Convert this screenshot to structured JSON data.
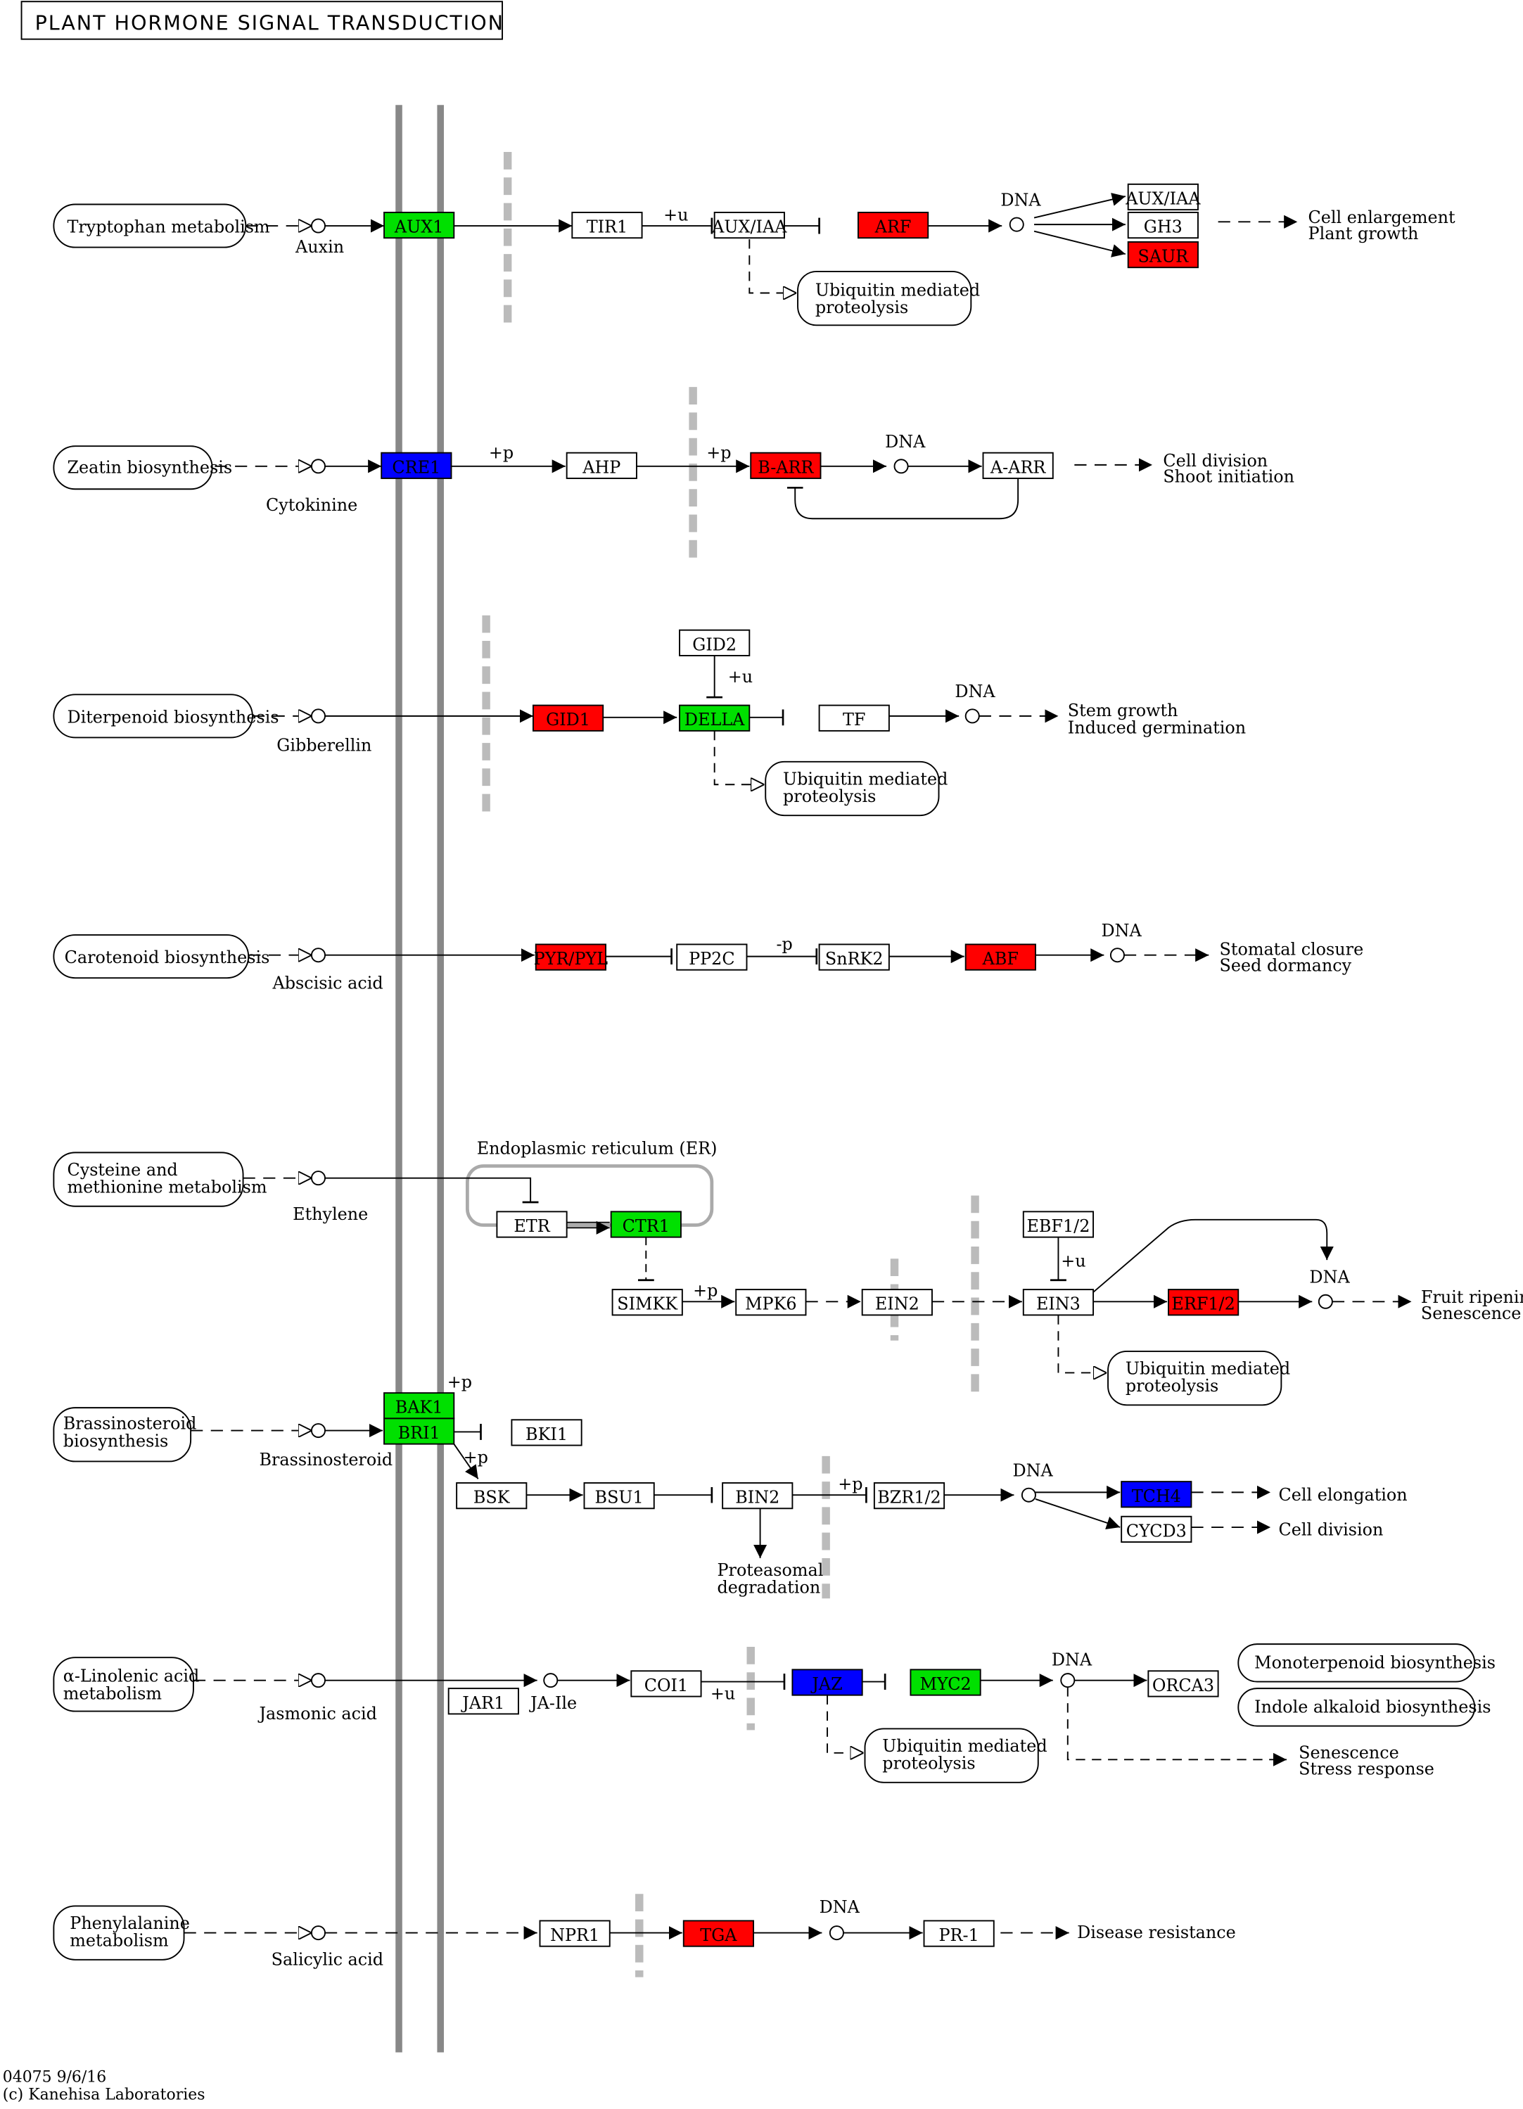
{
  "title": "PLANT HORMONE SIGNAL TRANSDUCTION",
  "footer": {
    "map_id": "04075 9/6/16",
    "copyright": "(c) Kanehisa Laboratories"
  },
  "colors": {
    "up": "#ff0000",
    "down": "#00e000",
    "mixed": "#0000ff",
    "none": "#ffffff"
  },
  "pathways": {
    "tryptophan": "Tryptophan metabolism",
    "zeatin": "Zeatin biosynthesis",
    "diterpenoid": "Diterpenoid biosynthesis",
    "carotenoid": "Carotenoid biosynthesis",
    "cysteine_l1": "Cysteine and",
    "cysteine_l2": "methionine metabolism",
    "brass_l1": "Brassinosteroid",
    "brass_l2": "biosynthesis",
    "linolenic_l1": "α-Linolenic acid",
    "linolenic_l2": "metabolism",
    "phenyl_l1": "Phenylalanine",
    "phenyl_l2": "metabolism",
    "monoterpenoid": "Monoterpenoid biosynthesis",
    "indole": "Indole alkaloid biosynthesis",
    "ubiquitin_l1": "Ubiquitin mediated",
    "ubiquitin_l2": "proteolysis"
  },
  "compounds": {
    "auxin": "Auxin",
    "cytokinine": "Cytokinine",
    "gibberellin": "Gibberellin",
    "abscisic": "Abscisic acid",
    "ethylene": "Ethylene",
    "brassinosteroid": "Brassinosteroid",
    "jasmonic": "Jasmonic acid",
    "jaile": "JA-Ile",
    "salicylic": "Salicylic acid"
  },
  "genes": {
    "aux1": "AUX1",
    "tir1": "TIR1",
    "auxiaa": "AUX/IAA",
    "arf": "ARF",
    "auxiaa2": "AUX/IAA",
    "gh3": "GH3",
    "saur": "SAUR",
    "cre1": "CRE1",
    "ahp": "AHP",
    "barr": "B-ARR",
    "aarr": "A-ARR",
    "gid2": "GID2",
    "gid1": "GID1",
    "della": "DELLA",
    "tf": "TF",
    "pyr": "PYR/PYL",
    "pp2c": "PP2C",
    "snrk2": "SnRK2",
    "abf": "ABF",
    "etr": "ETR",
    "ctr1": "CTR1",
    "simkk": "SIMKK",
    "mpk6": "MPK6",
    "ein2": "EIN2",
    "ebf": "EBF1/2",
    "ein3": "EIN3",
    "erf": "ERF1/2",
    "bak1": "BAK1",
    "bri1": "BRI1",
    "bki1": "BKI1",
    "bsk": "BSK",
    "bsu1": "BSU1",
    "bin2": "BIN2",
    "bzr": "BZR1/2",
    "tch4": "TCH4",
    "cycd3": "CYCD3",
    "jar1": "JAR1",
    "coi1": "COI1",
    "jaz": "JAZ",
    "myc2": "MYC2",
    "orca3": "ORCA3",
    "npr1": "NPR1",
    "tga": "TGA",
    "pr1": "PR-1"
  },
  "labels": {
    "dna": "DNA",
    "plus_u": "+u",
    "plus_p": "+p",
    "minus_p": "-p",
    "er": "Endoplasmic reticulum (ER)",
    "proteasomal_l1": "Proteasomal",
    "proteasomal_l2": "degradation"
  },
  "outcomes": {
    "auxin_l1": "Cell enlargement",
    "auxin_l2": "Plant growth",
    "cyto_l1": "Cell division",
    "cyto_l2": "Shoot initiation",
    "gib_l1": "Stem growth",
    "gib_l2": "Induced germination",
    "aba_l1": "Stomatal closure",
    "aba_l2": "Seed dormancy",
    "eth_l1": "Fruit ripening",
    "eth_l2": "Senescence",
    "br_elong": "Cell elongation",
    "br_div": "Cell division",
    "ja_l1": "Senescence",
    "ja_l2": "Stress response",
    "sa": "Disease resistance"
  }
}
